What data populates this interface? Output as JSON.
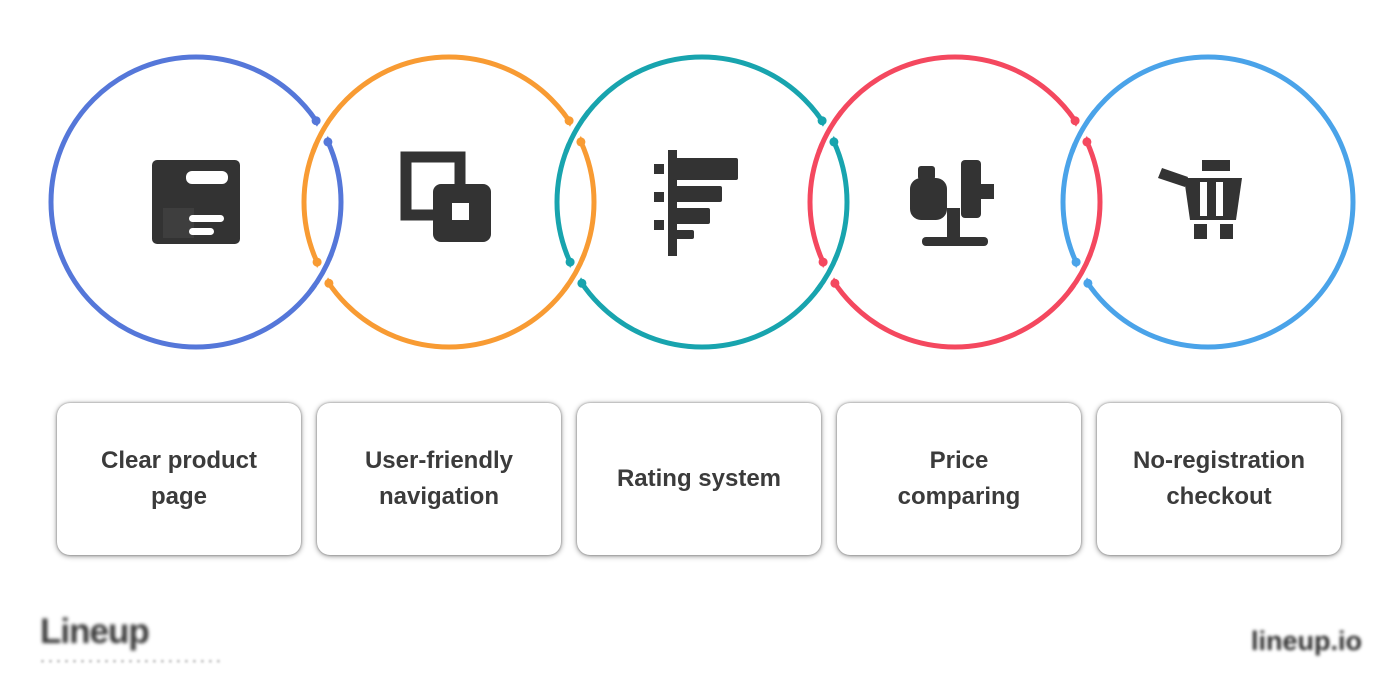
{
  "palette": {
    "background": "#ffffff",
    "icon_color": "#333333",
    "card_bg": "#ffffff",
    "card_text": "#3b3b3b"
  },
  "steps": [
    {
      "circle_color": "#5577d9",
      "icon": "product-page-icon",
      "label_lines": [
        "Clear product",
        "page"
      ]
    },
    {
      "circle_color": "#f89b33",
      "icon": "site-navigation-icon",
      "label_lines": [
        "User-friendly",
        "navigation"
      ]
    },
    {
      "circle_color": "#18a4ae",
      "icon": "rating-bars-icon",
      "label_lines": [
        "Rating system"
      ]
    },
    {
      "circle_color": "#f4485f",
      "icon": "price-scale-icon",
      "label_lines": [
        "Price",
        "comparing"
      ]
    },
    {
      "circle_color": "#4aa3e9",
      "icon": "shopping-cart-icon",
      "label_lines": [
        "No-registration",
        "checkout"
      ]
    }
  ],
  "footer": {
    "left_wordmark": "Lineup",
    "left_tagline": "·······················",
    "right_wordmark": "lineup.io"
  }
}
